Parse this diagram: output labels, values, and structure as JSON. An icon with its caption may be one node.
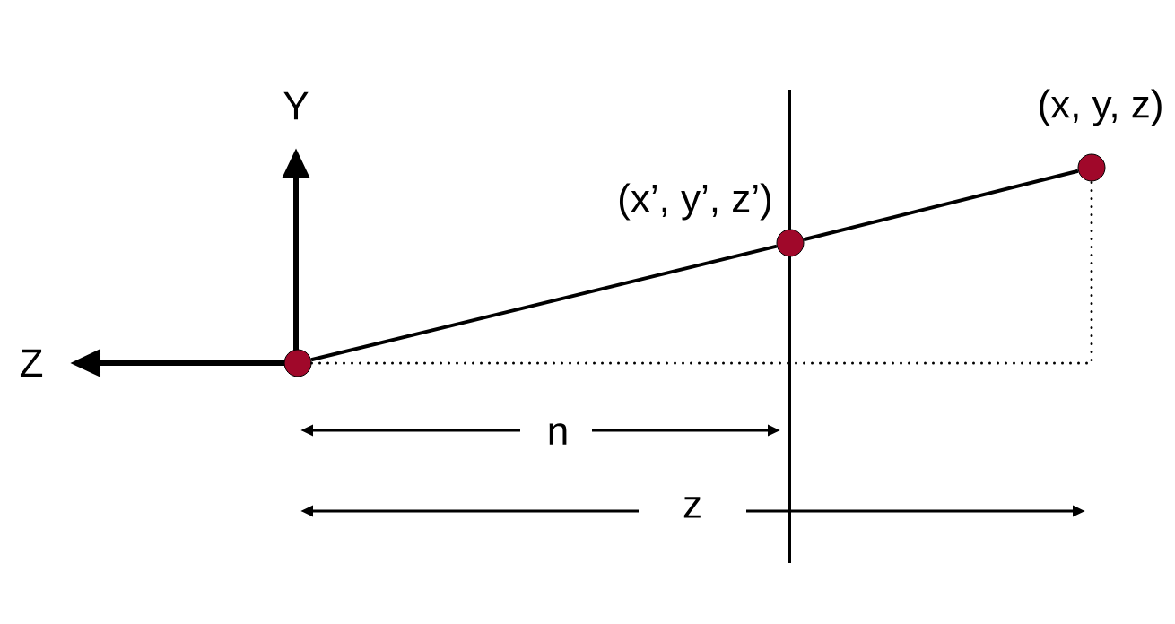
{
  "diagram": {
    "nodes": [
      {
        "text": [],
        "shape": "circle"
      },
      {
        "text": [],
        "shape": "circle",
        "beside": [
          "(x’, y’, z’)"
        ]
      },
      {
        "text": [],
        "shape": "circle",
        "beside": [
          "(x, y, z)"
        ]
      }
    ],
    "edges": [
      {
        "from": 0,
        "to": 1,
        "arrow": "none"
      },
      {
        "from": 1,
        "to": 2,
        "arrow": "none"
      },
      {
        "from": 0,
        "to": 2,
        "arrow": "none",
        "style": "dashed"
      }
    ],
    "labels": [
      "Y",
      "Z",
      "n",
      "z"
    ]
  }
}
